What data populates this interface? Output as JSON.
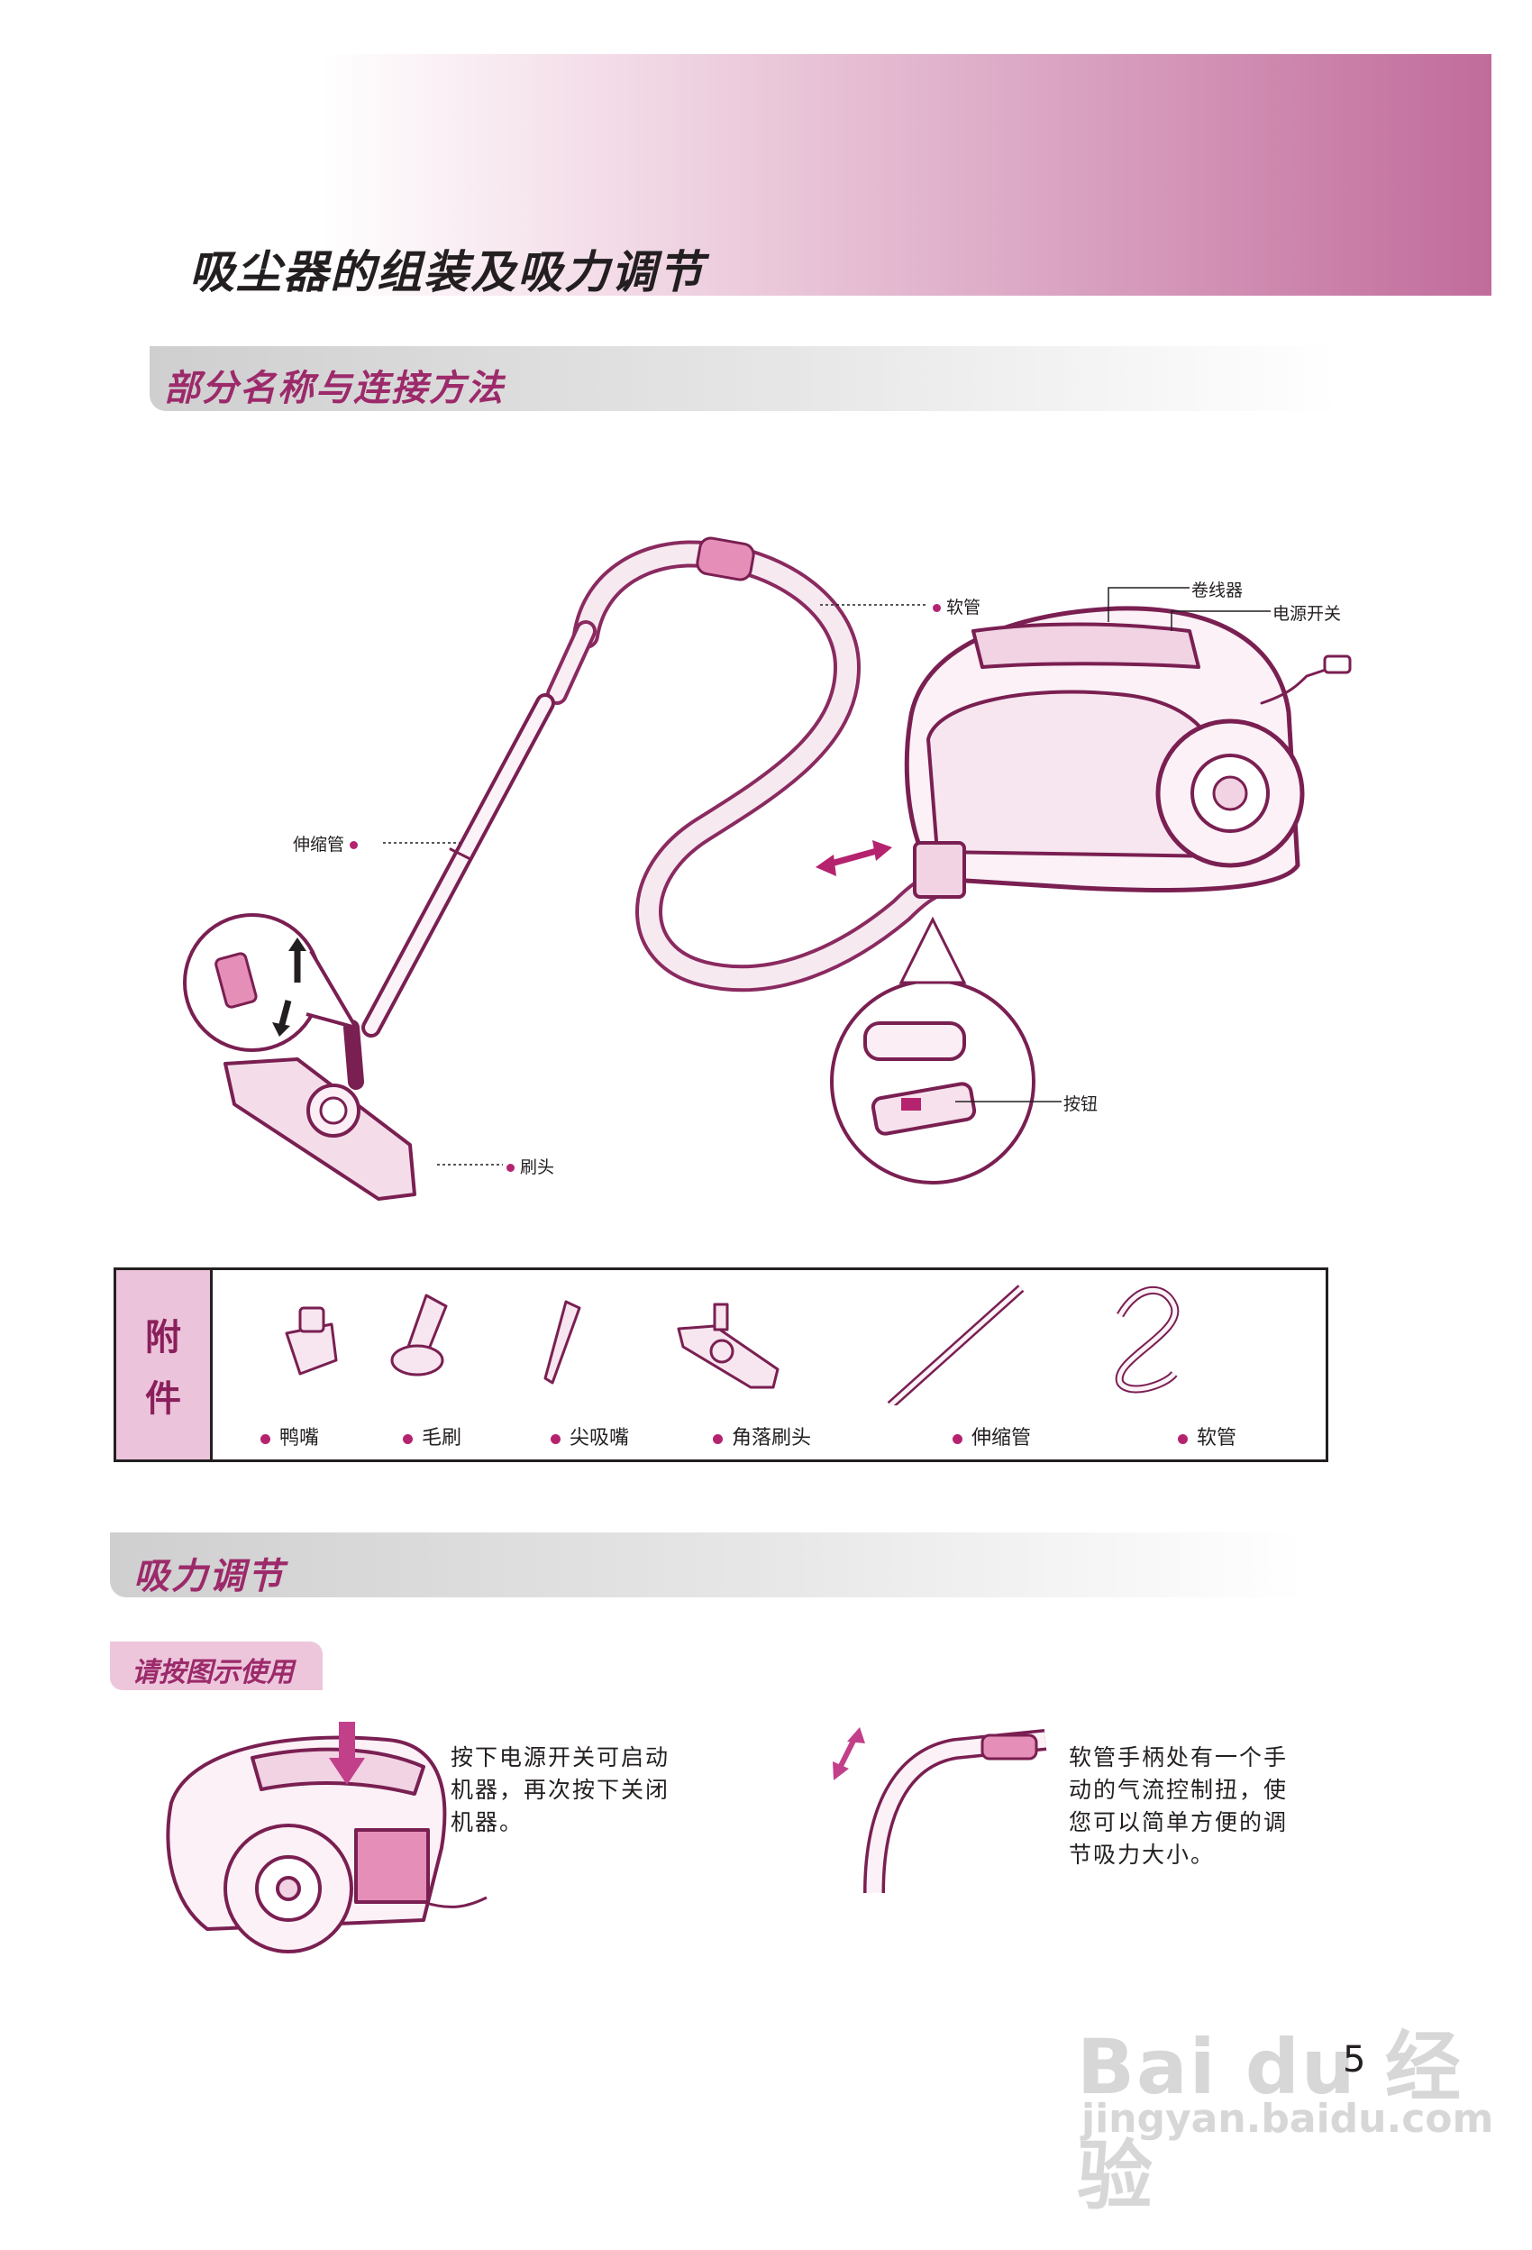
{
  "page": {
    "title": "吸尘器的组装及吸力调节",
    "page_number": "5",
    "accent_color": "#b5236f"
  },
  "section_parts": {
    "title": "部分名称与连接方法",
    "labels": {
      "hose": "软管",
      "cord_reel": "卷线器",
      "power_switch": "电源开关",
      "extension_tube": "伸缩管",
      "button": "按钮",
      "brush_head": "刷头"
    }
  },
  "accessories": {
    "side_label_top": "附",
    "side_label_bottom": "件",
    "items": [
      {
        "name": "鸭嘴",
        "icon": "crevice-nozzle-icon"
      },
      {
        "name": "毛刷",
        "icon": "dust-brush-icon"
      },
      {
        "name": "尖吸嘴",
        "icon": "pointed-nozzle-icon"
      },
      {
        "name": "角落刷头",
        "icon": "corner-brush-head-icon"
      },
      {
        "name": "伸缩管",
        "icon": "extension-tube-icon"
      },
      {
        "name": "软管",
        "icon": "hose-icon"
      }
    ]
  },
  "section_suction": {
    "title": "吸力调节",
    "subtitle": "请按图示使用",
    "instruction_left": [
      "按下电源开关可启动",
      "机器，再次按下关闭",
      "机器。"
    ],
    "instruction_right": [
      "软管手柄处有一个手",
      "动的气流控制扭，使",
      "您可以简单方便的调",
      "节吸力大小。"
    ]
  },
  "watermark": {
    "brand": "Bai du 经验",
    "url": "jingyan.baidu.com"
  }
}
